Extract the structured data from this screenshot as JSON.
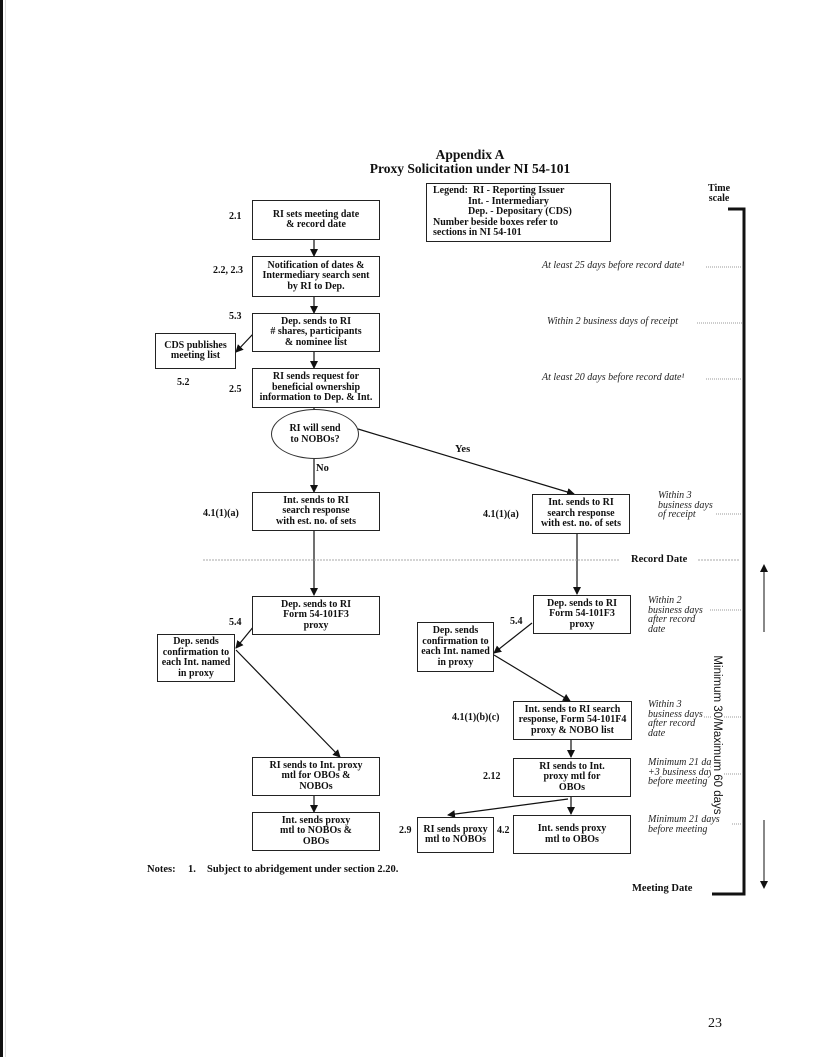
{
  "header": {
    "title": "Appendix A",
    "subtitle": "Proxy Solicitation under NI 54-101"
  },
  "legend": {
    "text": "Legend:  RI - Reporting Issuer\n              Int. - Intermediary\n              Dep. - Depositary (CDS)\nNumber beside boxes refer to\nsections in NI 54-101"
  },
  "timescale": {
    "label": "Time\nscale",
    "range_label": "Minimum 30/Maximum 60 days",
    "record_date": "Record Date",
    "meeting_date": "Meeting Date",
    "notes": [
      "At least 25 days before record date¹",
      "Within 2 business days of receipt",
      "At least 20 days before record date¹",
      "Within 3\nbusiness days\nof receipt",
      "Within 2\nbusiness days\nafter record\ndate",
      "Within 3\nbusiness days\nafter record\ndate",
      "Minimum 21 days\n+3 business days\nbefore meeting",
      "Minimum 21 days\nbefore meeting"
    ]
  },
  "boxes": {
    "b1": {
      "text": "RI sets meeting date\n& record date",
      "section": "2.1"
    },
    "b2": {
      "text": "Notification of dates &\nIntermediary search sent\nby RI to Dep.",
      "section": "2.2, 2.3"
    },
    "b3": {
      "text": "Dep. sends to RI\n# shares, participants\n& nominee list",
      "section": "5.3"
    },
    "b_cds": {
      "text": "CDS publishes\nmeeting list",
      "section": "5.2"
    },
    "b4": {
      "text": "RI sends request for\nbeneficial ownership\ninformation to Dep. & Int.",
      "section": "2.5"
    },
    "decision": {
      "text": "RI will send\nto NOBOs?",
      "no": "No",
      "yes": "Yes"
    },
    "l1": {
      "text": "Int. sends to RI\nsearch response\nwith est. no. of sets",
      "section": "4.1(1)(a)"
    },
    "r1": {
      "text": "Int. sends to RI\nsearch response\nwith est. no. of sets",
      "section": "4.1(1)(a)"
    },
    "l2": {
      "text": "Dep. sends to RI\nForm 54-101F3\nproxy",
      "section": "5.4"
    },
    "l2c": {
      "text": "Dep. sends\nconfirmation to\neach Int. named\nin proxy"
    },
    "r2": {
      "text": "Dep. sends to RI\nForm 54-101F3\nproxy",
      "section": "5.4"
    },
    "r2c": {
      "text": "Dep. sends\nconfirmation to\neach Int. named\nin proxy"
    },
    "r3": {
      "text": "Int. sends to RI search\nresponse, Form 54-101F4\nproxy & NOBO list",
      "section": "4.1(1)(b)(c)"
    },
    "l3": {
      "text": "RI sends to Int. proxy\nmtl for OBOs &\nNOBOs"
    },
    "r4": {
      "text": "RI sends to Int.\nproxy mtl for\nOBOs",
      "section": "2.12"
    },
    "l4": {
      "text": "Int. sends proxy\nmtl to NOBOs  &\nOBOs"
    },
    "r5a": {
      "text": "RI sends proxy\nmtl to NOBOs",
      "section": "2.9"
    },
    "r5b": {
      "text": "Int. sends proxy\nmtl to OBOs",
      "section": "4.2"
    }
  },
  "footer": {
    "notes_label": "Notes:",
    "note_1_num": "1.",
    "note_1": "Subject to abridgement under section 2.20.",
    "page_number": "23"
  }
}
